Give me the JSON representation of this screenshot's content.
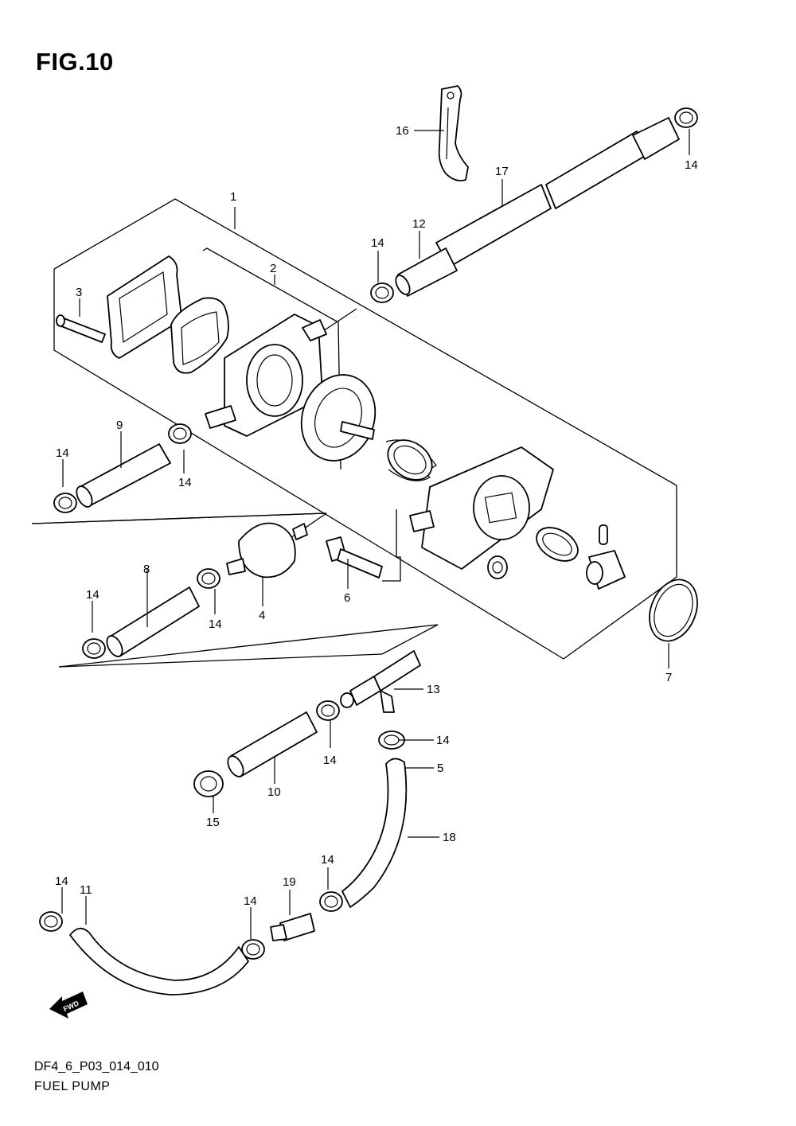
{
  "figure_title": "FIG.10",
  "footer": {
    "code": "DF4_6_P03_014_010",
    "name": "FUEL PUMP"
  },
  "fwd_label": "FWD",
  "callouts": [
    "1",
    "2",
    "3",
    "4",
    "5",
    "6",
    "7",
    "8",
    "9",
    "10",
    "11",
    "12",
    "13",
    "14",
    "15",
    "16",
    "17",
    "18",
    "19"
  ]
}
